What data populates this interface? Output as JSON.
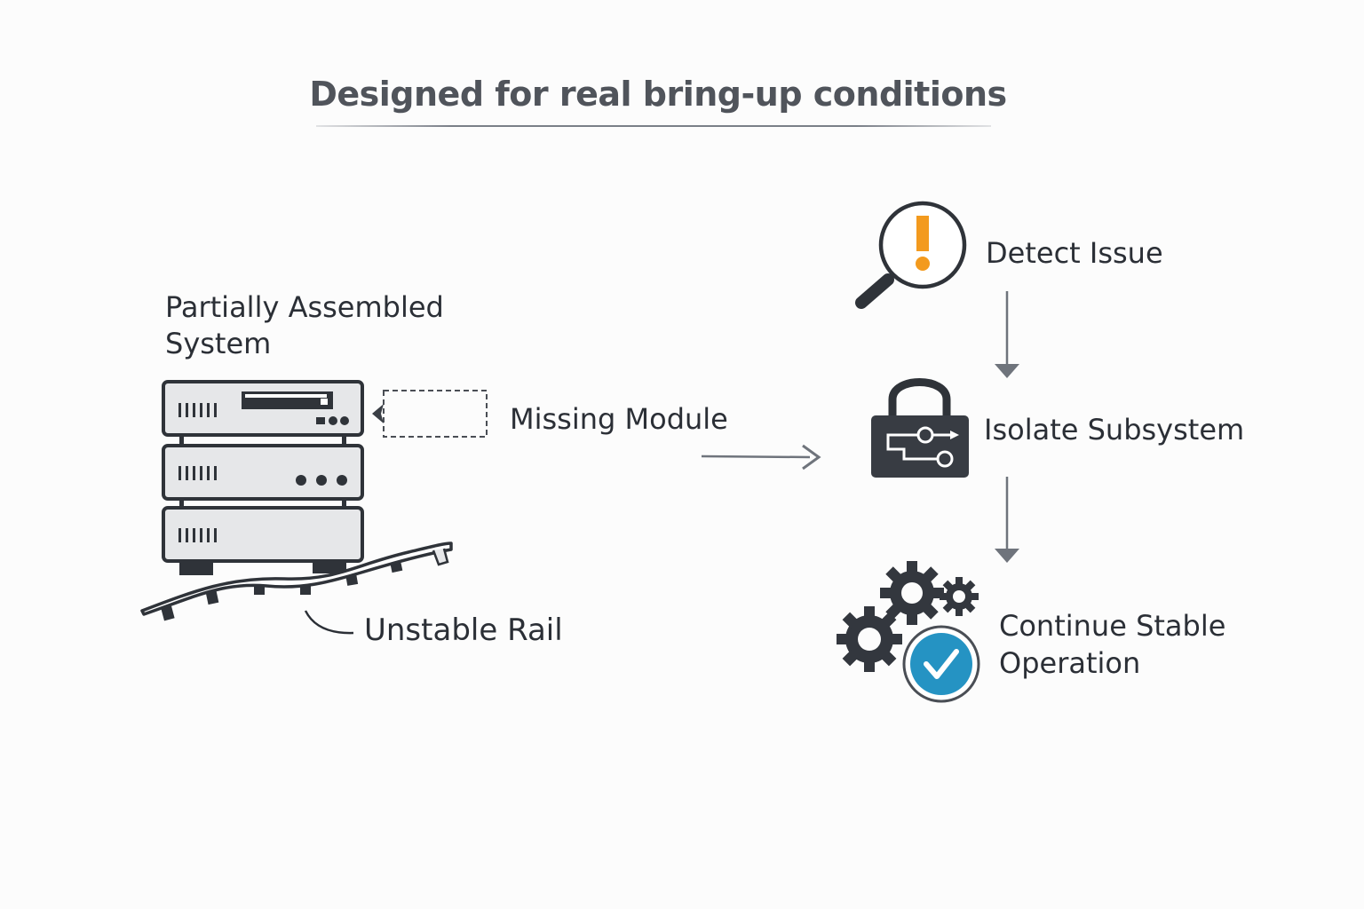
{
  "title": "Designed for real bring-up conditions",
  "left_section": {
    "system_label_line1": "Partially Assembled",
    "system_label_line2": "System",
    "missing_module_label": "Missing Module",
    "unstable_rail_label": "Unstable Rail",
    "icons": [
      "server-rack-icon",
      "missing-module-placeholder-icon",
      "rail-icon"
    ]
  },
  "flow": {
    "steps": [
      {
        "label": "Detect Issue",
        "icon": "magnifier-alert-icon"
      },
      {
        "label": "Isolate Subsystem",
        "icon": "lock-circuit-icon"
      },
      {
        "label_line1": "Continue Stable",
        "label_line2": "Operation",
        "icon": "gears-check-icon"
      }
    ]
  },
  "colors": {
    "alert_orange": "#f39a1e",
    "check_blue": "#2593c3",
    "icon_dark": "#2f3339",
    "panel_gray": "#e6e7e9",
    "arrow_gray": "#6f747c"
  }
}
